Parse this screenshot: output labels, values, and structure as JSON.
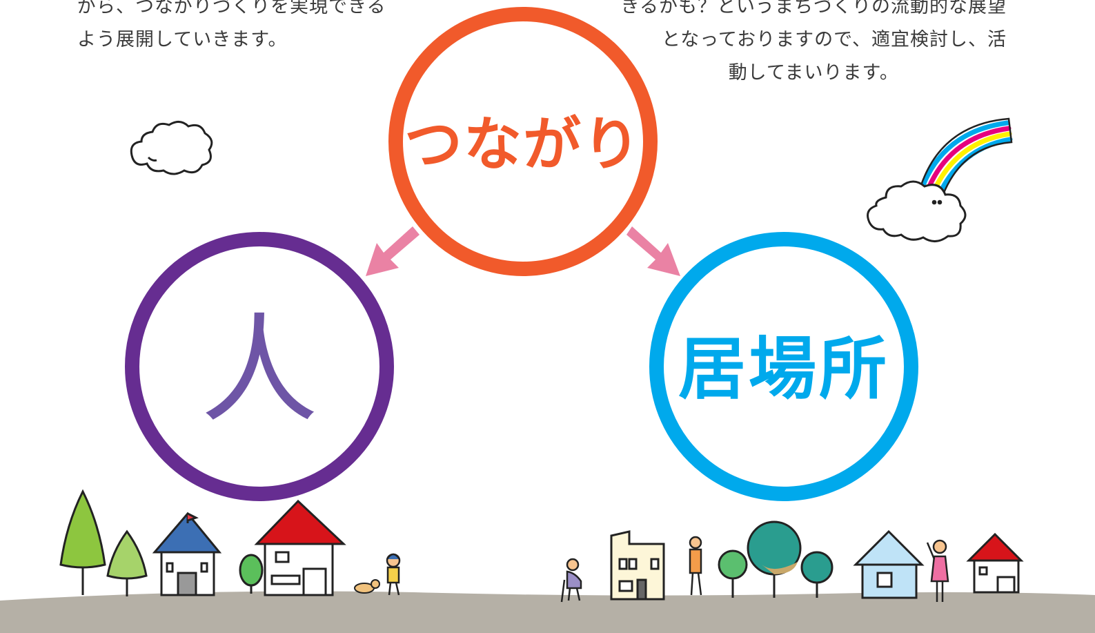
{
  "text_left": {
    "line1": "がら、つながりづくりを実現できる",
    "line2": "よう展開していきます。"
  },
  "text_right": {
    "line1": "きるかも？というまちづくりの流動的な展望",
    "line2": "となっておりますので、適宜検討し、活",
    "line3": "動してまいります。"
  },
  "circles": {
    "top": "つながり",
    "left": "人",
    "right": "居場所"
  },
  "colors": {
    "orange": "#f15a2b",
    "purple": "#662d91",
    "blue": "#00a9ec",
    "arrow_pink": "#e8749a",
    "ground": "#b5b0a6"
  },
  "icons": [
    "cloud-icon",
    "rainbow-icon",
    "arrow-icon",
    "tree-icon",
    "house-icon",
    "person-icon",
    "dog-icon"
  ]
}
